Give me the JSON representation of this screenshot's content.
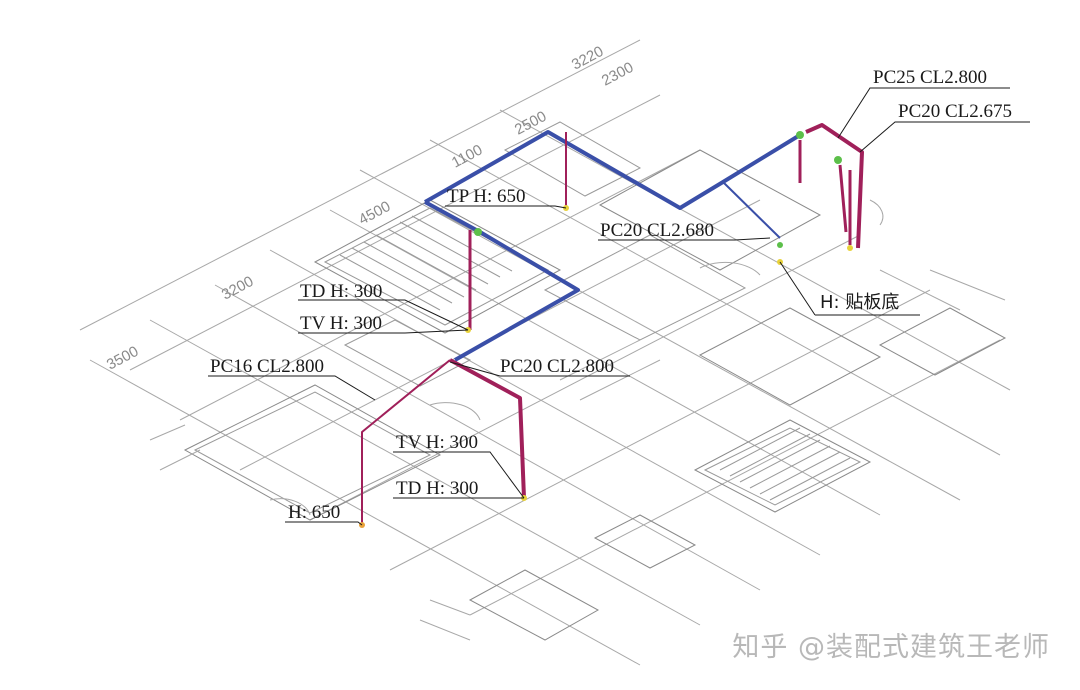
{
  "labels": {
    "pc25_top": "PC25 CL2.800",
    "pc20_top": "PC20 CL2.675",
    "tp": "TP H: 650",
    "pc20_680": "PC20 CL2.680",
    "td1": "TD H: 300",
    "tv1": "TV H: 300",
    "h_floor": "H: 贴板底",
    "pc16": "PC16 CL2.800",
    "pc20_800": "PC20 CL2.800",
    "tv2": "TV H: 300",
    "td2": "TD H: 300",
    "h650": "H: 650"
  },
  "dimensions": {
    "d3220": "3220",
    "d2300": "2300",
    "d2500": "2500",
    "d1100": "1100",
    "d4500": "4500",
    "d3200": "3200",
    "d3500": "3500"
  },
  "watermark": "知乎 @装配式建筑王老师",
  "colors": {
    "blue_conduit": "#3a4fa8",
    "magenta_conduit": "#a0205a",
    "plan_lines": "#9a9a9a",
    "junction_green": "#5cbf4a",
    "junction_yellow": "#e8d23a"
  }
}
